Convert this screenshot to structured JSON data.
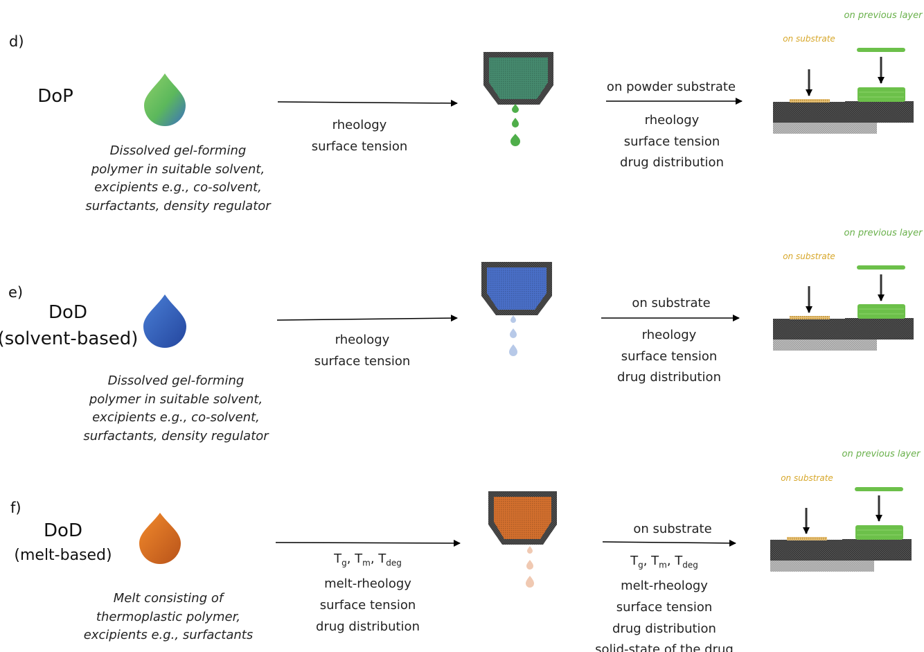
{
  "rows": [
    {
      "panel_label": "d)",
      "method_lines": [
        "DoP"
      ],
      "droplet_color": "green-blue",
      "ink_description": [
        "Dissolved gel-forming",
        "polymer in suitable solvent,",
        "excipients e.g., co-solvent,",
        "surfactants, density regulator"
      ],
      "nozzle_params": [
        "rheology",
        "surface tension"
      ],
      "deposition_label": "on powder substrate",
      "deposition_params": [
        "rheology",
        "surface tension",
        "drug distribution"
      ],
      "substrate_label": "on substrate",
      "previous_layer_label": "on previous layer"
    },
    {
      "panel_label": "e)",
      "method_lines": [
        "DoD",
        "(solvent-based)"
      ],
      "droplet_color": "blue",
      "ink_description": [
        "Dissolved gel-forming",
        "polymer in suitable solvent,",
        "excipients e.g., co-solvent,",
        "surfactants, density regulator"
      ],
      "nozzle_params": [
        "rheology",
        "surface tension"
      ],
      "deposition_label": "on substrate",
      "deposition_params": [
        "rheology",
        "surface tension",
        "drug distribution"
      ],
      "substrate_label": "on substrate",
      "previous_layer_label": "on previous layer"
    },
    {
      "panel_label": "f)",
      "method_lines": [
        "DoD",
        "(melt-based)"
      ],
      "droplet_color": "orange",
      "ink_description": [
        "Melt consisting of",
        "thermoplastic polymer,",
        "excipients e.g., surfactants"
      ],
      "nozzle_params": [
        "melt-rheology",
        "surface tension",
        "drug distribution"
      ],
      "deposition_label": "on substrate",
      "deposition_params": [
        "melt-rheology",
        "surface tension",
        "drug distribution",
        "solid-state of the drug"
      ],
      "substrate_label": "on substrate",
      "previous_layer_label": "on previous layer"
    }
  ],
  "temperature_symbols": {
    "T": "T",
    "g": "g",
    "m": "m",
    "deg": "deg",
    "sep": ", "
  },
  "colors": {
    "green": "#5cb85c",
    "blue": "#3e63b8",
    "orange": "#e2701f",
    "nozzle_frame": "#4a4a4a",
    "layer": "#6cc04a",
    "substrate_dots": "#d7a72a"
  }
}
